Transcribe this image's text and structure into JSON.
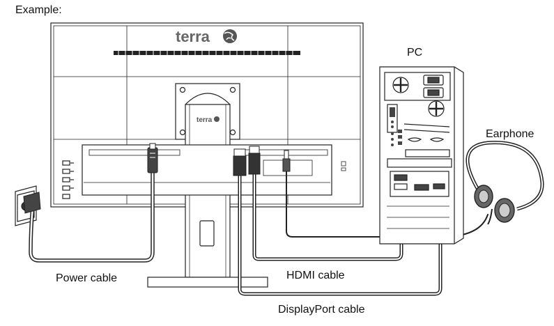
{
  "heading": "Example:",
  "brand": {
    "name": "terra",
    "small": "terra"
  },
  "labels": {
    "pc": "PC",
    "earphone": "Earphone",
    "power_cable": "Power cable",
    "hdmi_cable": "HDMI cable",
    "displayport_cable": "DisplayPort cable"
  }
}
